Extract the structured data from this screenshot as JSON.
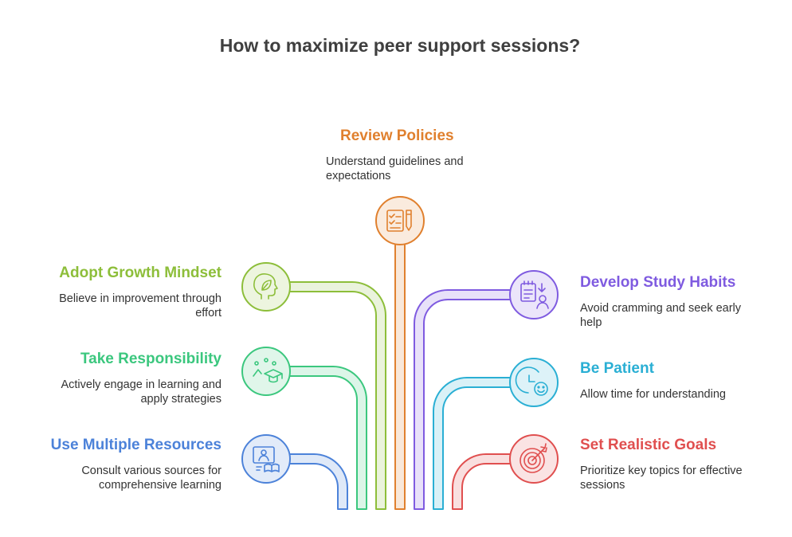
{
  "title": "How to maximize peer support sessions?",
  "items": [
    {
      "id": "review",
      "heading": "Review Policies",
      "desc": "Understand guidelines and expectations",
      "color": "#E0802E",
      "icon": "checklist-pencil-icon"
    },
    {
      "id": "growth",
      "heading": "Adopt Growth Mindset",
      "desc": "Believe in improvement through effort",
      "color": "#8DBE3A",
      "icon": "head-leaf-icon"
    },
    {
      "id": "responsibility",
      "heading": "Take Responsibility",
      "desc": "Actively engage in learning and apply strategies",
      "color": "#3BC77E",
      "icon": "graduation-cap-icon"
    },
    {
      "id": "resources",
      "heading": "Use Multiple Resources",
      "desc": "Consult various sources for comprehensive learning",
      "color": "#4C82D9",
      "icon": "screen-book-icon"
    },
    {
      "id": "habits",
      "heading": "Develop Study Habits",
      "desc": "Avoid cramming and seek early help",
      "color": "#7F5BE0",
      "icon": "study-notes-icon"
    },
    {
      "id": "patient",
      "heading": "Be Patient",
      "desc": "Allow time for understanding",
      "color": "#2AAFD4",
      "icon": "clock-smile-icon"
    },
    {
      "id": "goals",
      "heading": "Set Realistic Goals",
      "desc": "Prioritize key topics for effective sessions",
      "color": "#E04F4F",
      "icon": "target-arrow-icon"
    }
  ]
}
